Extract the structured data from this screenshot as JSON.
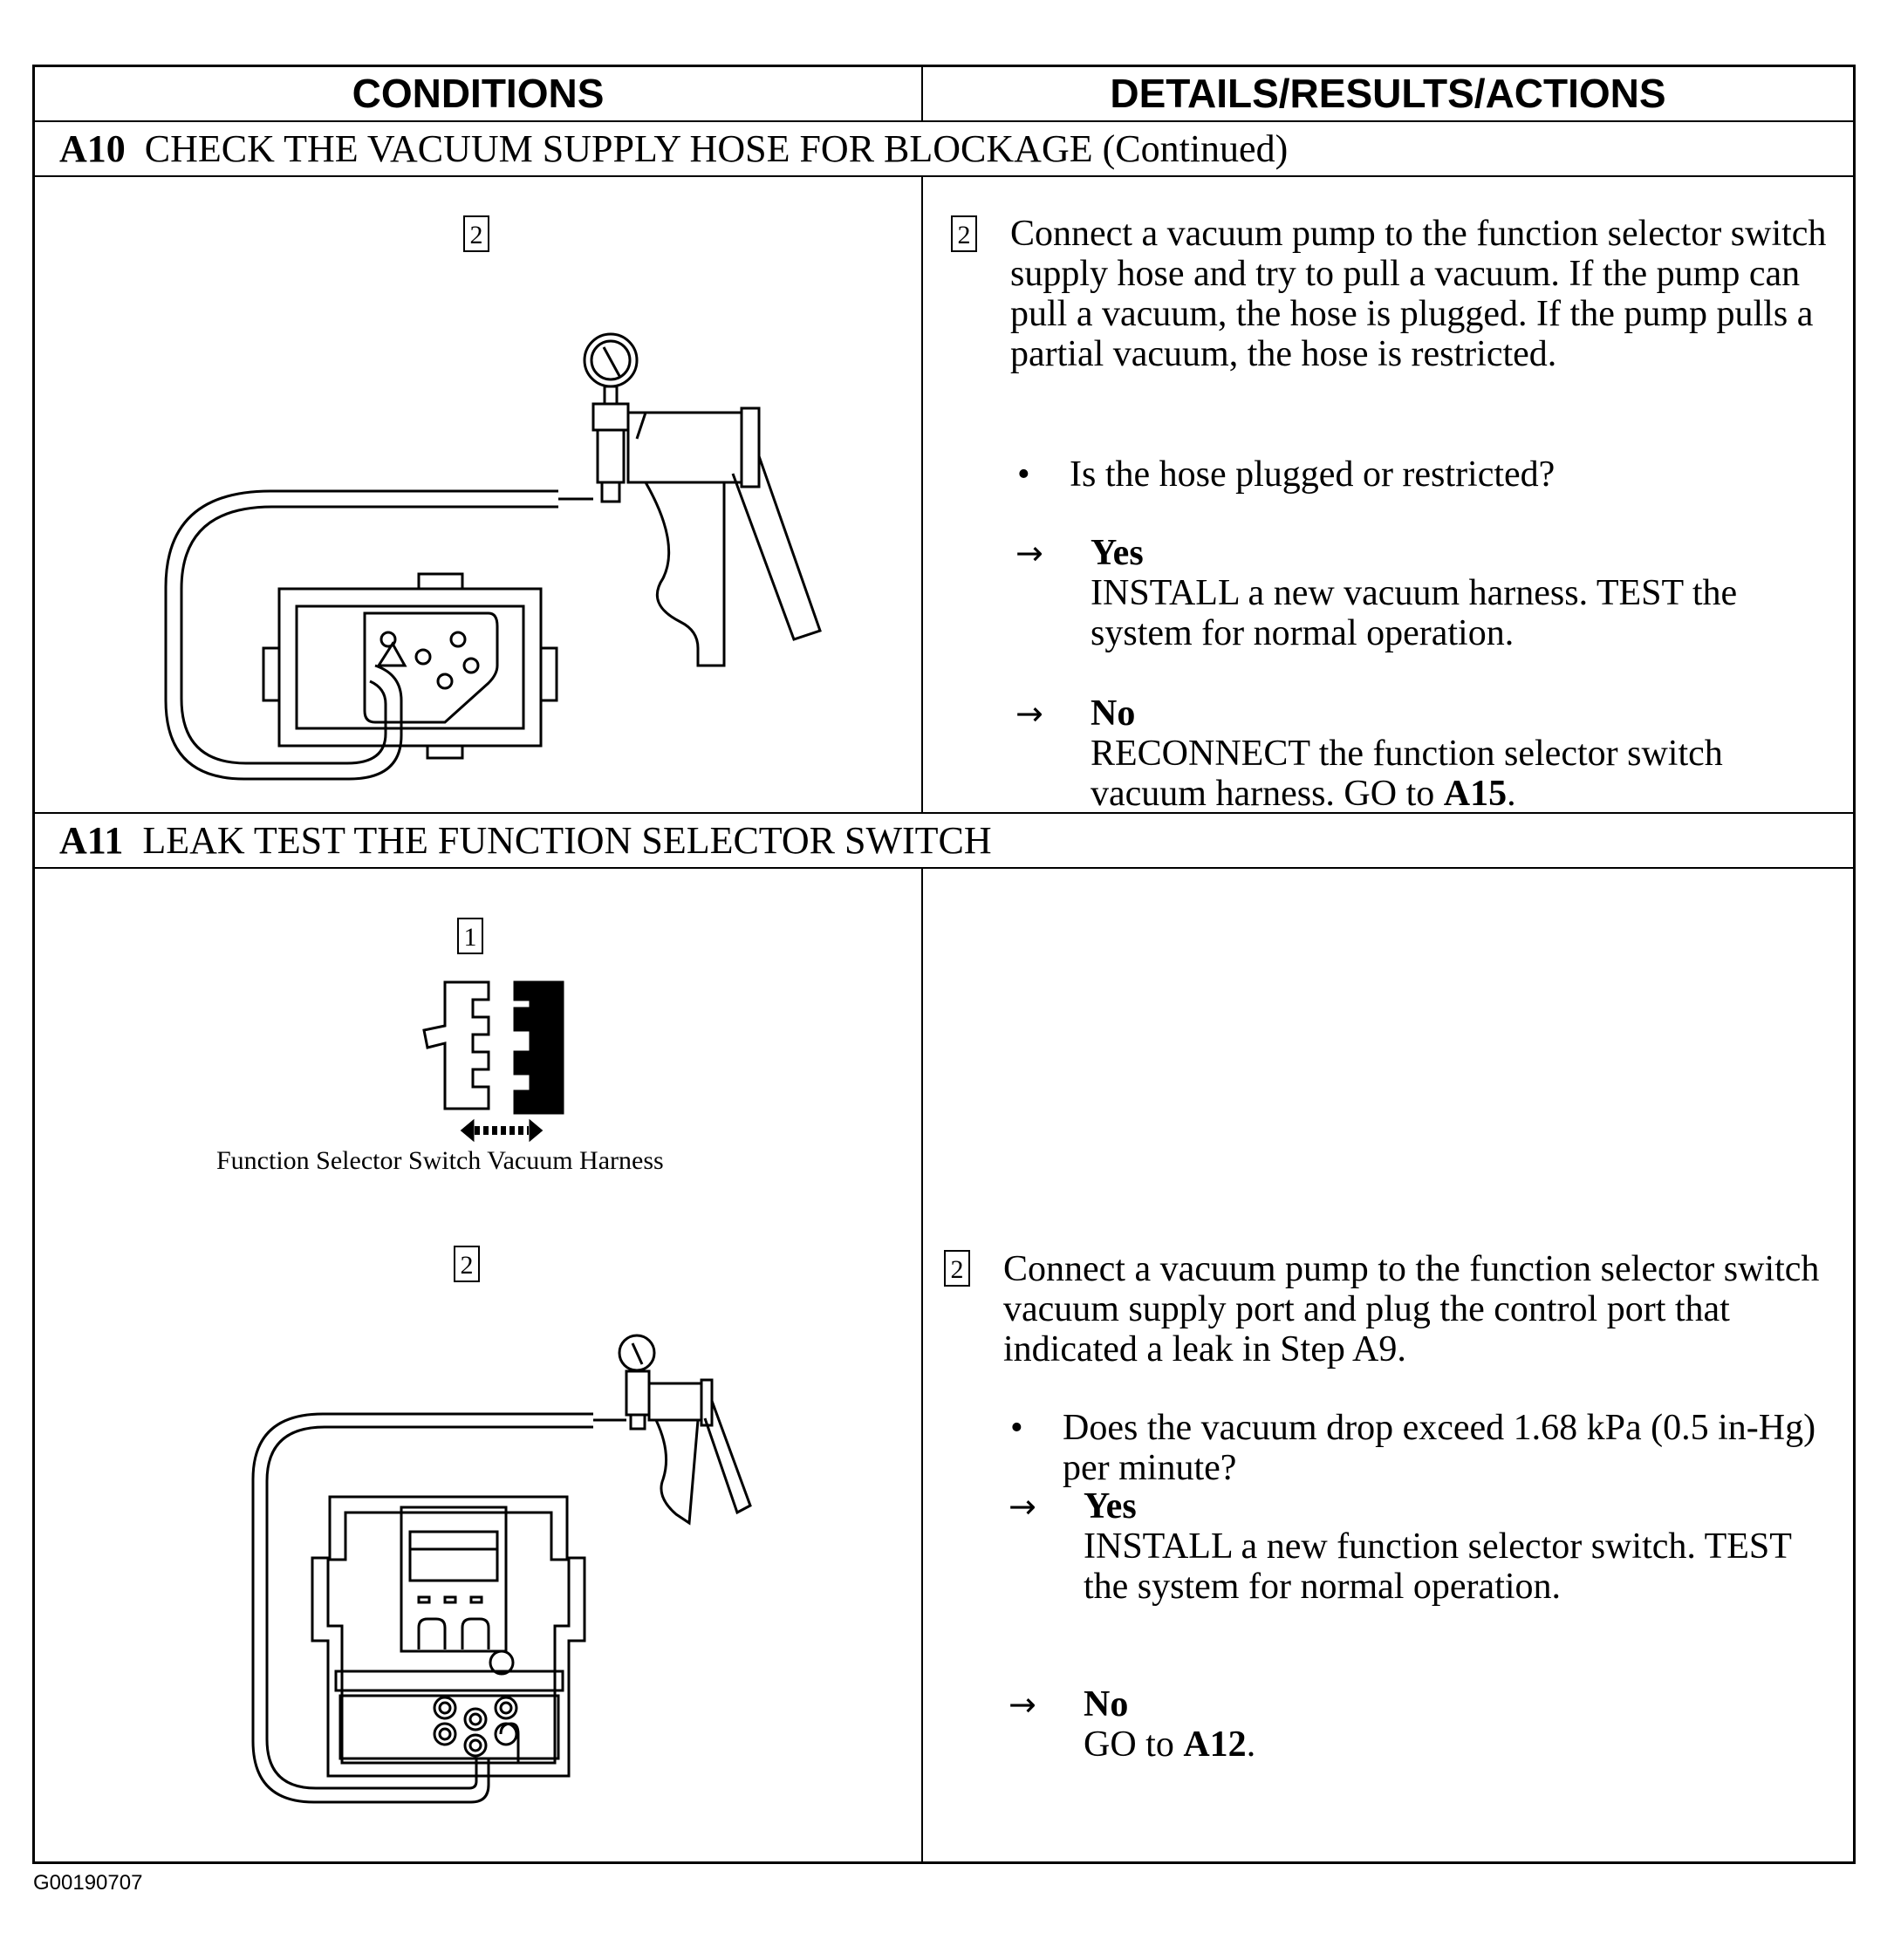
{
  "header": {
    "left": "CONDITIONS",
    "right": "DETAILS/RESULTS/ACTIONS"
  },
  "a10": {
    "code": "A10",
    "title": "CHECK THE VACUUM SUPPLY HOSE FOR BLOCKAGE (Continued)",
    "step_box": "2",
    "detail_box": "2",
    "detail_text": "Connect a vacuum pump to the function selector switch supply hose and try to pull a vacuum. If the pump can pull a vacuum, the hose is plugged. If the pump pulls a partial vacuum, the hose is restricted.",
    "question": "Is the hose plugged or restricted?",
    "yes_label": "Yes",
    "yes_text": "INSTALL a new vacuum harness. TEST the system for normal operation.",
    "no_label": "No",
    "no_text_pre": "RECONNECT the function selector switch vacuum harness. GO to ",
    "no_ref": "A15",
    "no_text_post": "."
  },
  "a11": {
    "code": "A11",
    "title": "LEAK TEST THE FUNCTION SELECTOR SWITCH",
    "step1_box": "1",
    "caption": "Function Selector Switch Vacuum Harness",
    "step2_box": "2",
    "detail_box": "2",
    "detail_text": "Connect a vacuum pump to the function selector switch vacuum supply port and plug the control port that indicated a leak in Step A9.",
    "question": "Does the vacuum drop exceed 1.68 kPa (0.5 in-Hg) per minute?",
    "yes_label": "Yes",
    "yes_text": "INSTALL a new function selector switch. TEST the system for normal operation.",
    "no_label": "No",
    "no_text_pre": "GO to ",
    "no_ref": "A12",
    "no_text_post": "."
  },
  "symbols": {
    "bullet": "•",
    "arrow": "→"
  },
  "footer_code": "G00190707"
}
